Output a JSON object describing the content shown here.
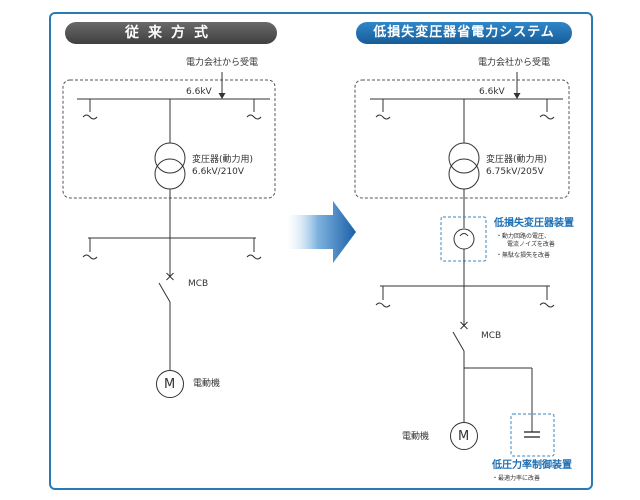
{
  "left": {
    "header": "従来方式",
    "supply_label": "電力会社から受電",
    "voltage": "6.6kV",
    "transformer_label": "変圧器(動力用)",
    "transformer_rating": "6.6kV/210V",
    "breaker_label": "MCB",
    "motor_symbol": "M",
    "motor_label": "電動機"
  },
  "right": {
    "header": "低損失変圧器省電力システム",
    "supply_label": "電力会社から受電",
    "voltage": "6.6kV",
    "transformer_label": "変圧器(動力用)",
    "transformer_rating": "6.75kV/205V",
    "device1": {
      "title": "低損失変圧器装置",
      "bullet1_line1": "・動力回路の電圧、",
      "bullet1_line2": "電流ノイズを改善",
      "bullet2": "・無駄な損失を改善"
    },
    "breaker_label": "MCB",
    "motor_symbol": "M",
    "motor_label": "電動機",
    "device2": {
      "title": "低圧力率制御装置",
      "bullet": "・最適力率に改善"
    }
  },
  "colors": {
    "border": "#2a7bb5",
    "accent_blue": "#1e6fb3",
    "dashed_blue": "#3a86c4",
    "arrow_blue": "#1a5fa8"
  }
}
